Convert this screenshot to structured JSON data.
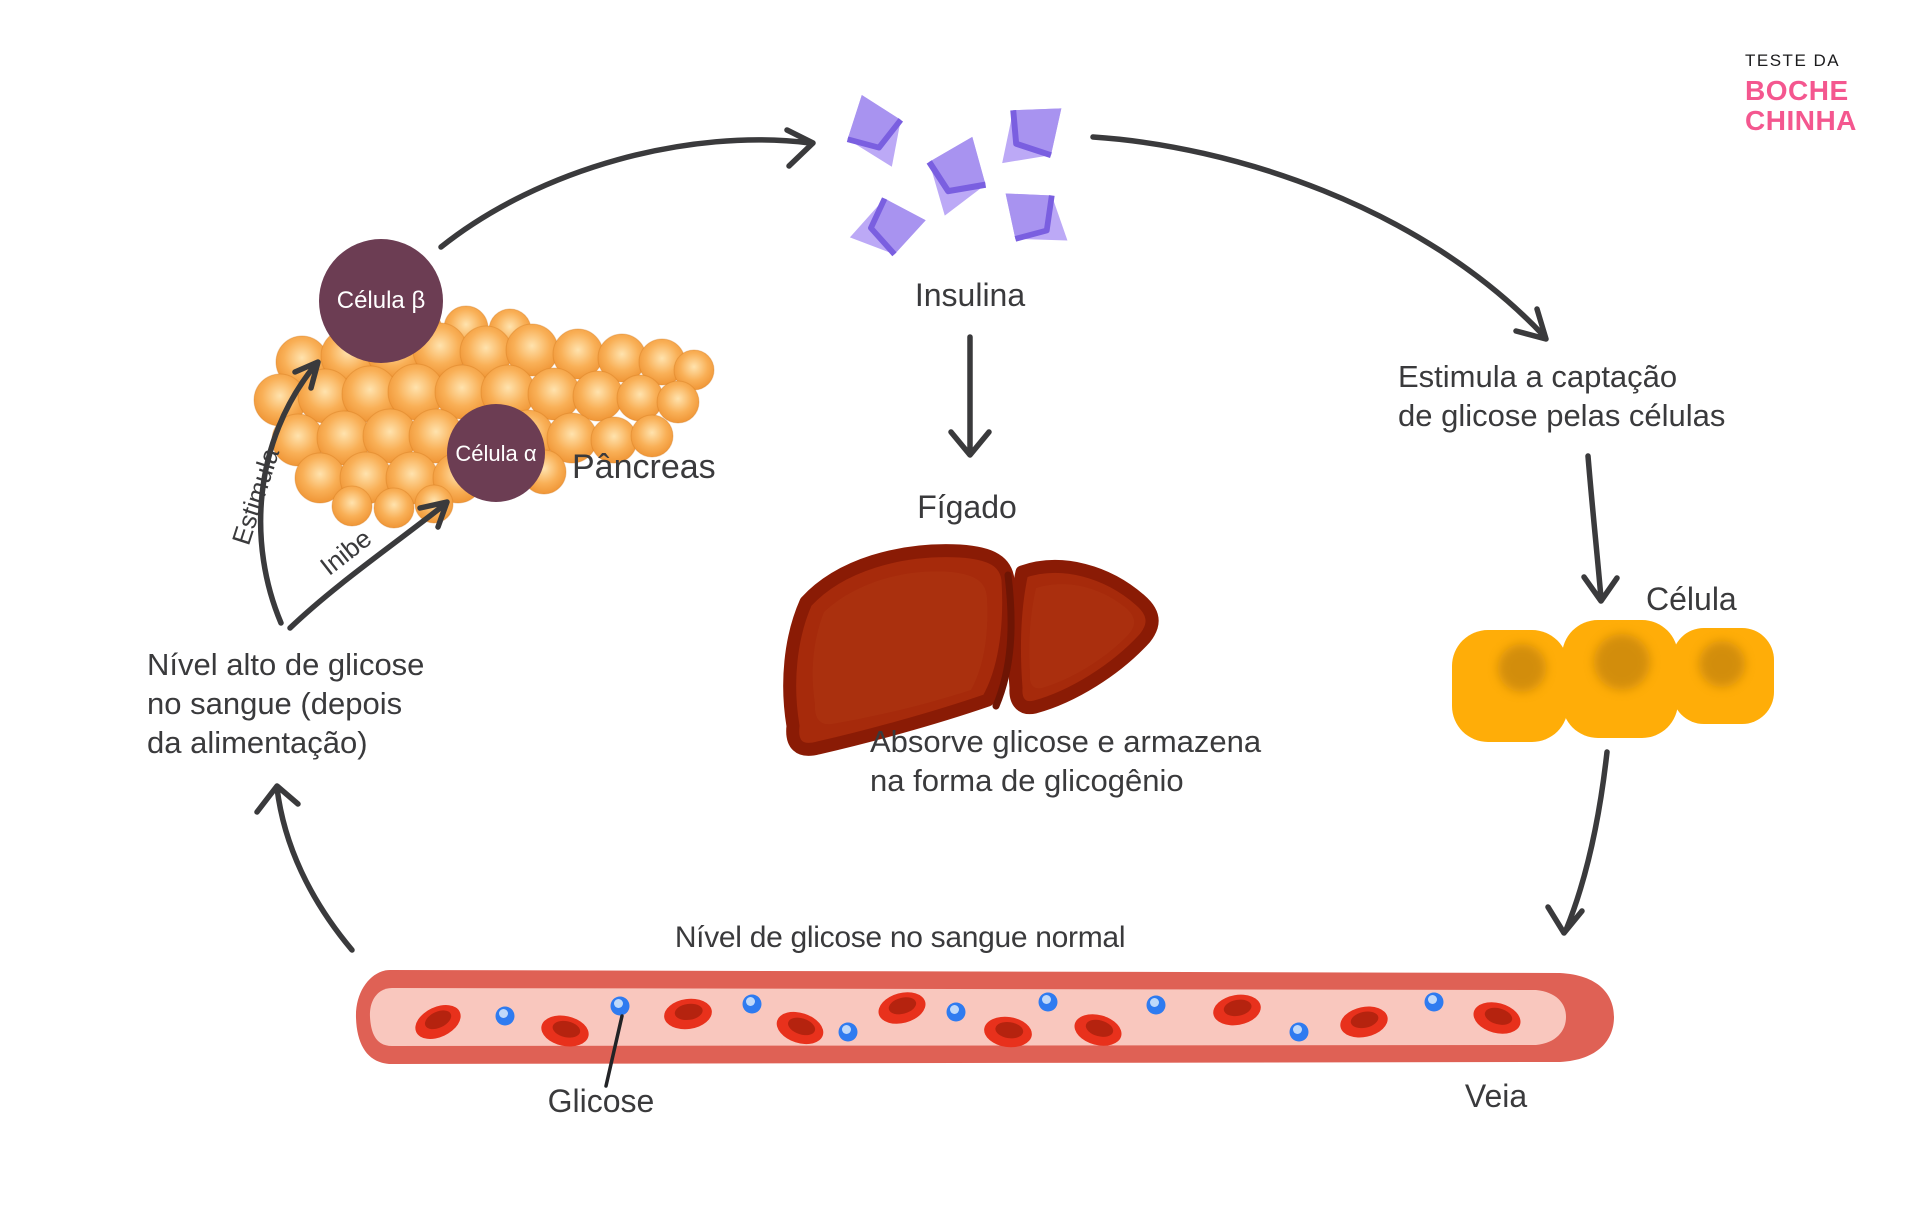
{
  "logo": {
    "kicker": "TESTE DA",
    "name_line1": "BOCHE",
    "name_line2": "CHINHA"
  },
  "nodes": {
    "insulina": "Insulina",
    "pancreas": "Pâncreas",
    "celula_beta": "Célula β",
    "celula_alfa": "Célula α",
    "figado": "Fígado",
    "celula": "Célula",
    "veia": "Veia",
    "glicose": "Glicose"
  },
  "annotations": {
    "estimula": "Estimula",
    "inibe": "Inibe",
    "nivel_alto_l1": "Nível alto de glicose",
    "nivel_alto_l2": "no sangue (depois",
    "nivel_alto_l3": "da alimentação)",
    "captacao_l1": "Estimula a captação",
    "captacao_l2": "de glicose pelas células",
    "absorve_l1": "Absorve glicose e armazena",
    "absorve_l2": "na forma de glicogênio",
    "nivel_normal": "Nível de glicose no sangue normal"
  },
  "colors": {
    "text": "#3A3A3C",
    "arrow": "#3A3A3C",
    "logo_pink": "#F4578F",
    "insulin_purple_light": "#BCA9F6",
    "insulin_purple": "#A893F0",
    "insulin_fold": "#7A5FE0",
    "islet_cell_plum": "#6C3D53",
    "pancreas_orange": "#F5A040",
    "liver_red": "#A62A0B",
    "liver_dark": "#8A1B05",
    "body_cell_yellow": "#FFAD08",
    "body_cell_nucleus": "#C8860E",
    "vessel_wall": "#DF6155",
    "vessel_lumen": "#F9C7BE",
    "rbc_red": "#E8311C",
    "rbc_inner": "#B5230F",
    "glucose_blue": "#2F7BF0"
  }
}
